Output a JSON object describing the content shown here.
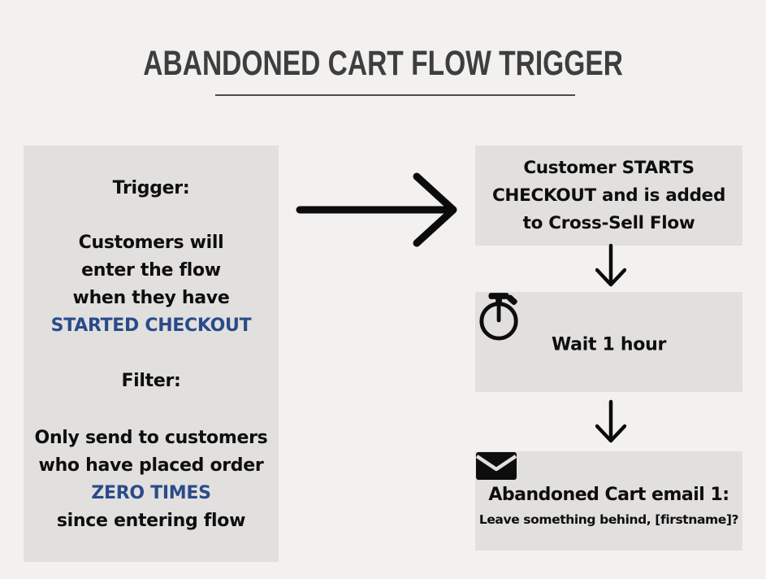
{
  "colors": {
    "background": "#f2f1ef",
    "box_gray": "#e1e0de",
    "accent_blue": "#2a4b8a",
    "title_gray": "#3e3e3e",
    "ink_black": "#0e0e0e"
  },
  "header": {
    "title": "ABANDONED CART FLOW TRIGGER"
  },
  "trigger_box": {
    "heading1": "Trigger:",
    "lines1": [
      "Customers will",
      "enter the flow",
      "when they have"
    ],
    "highlight1": "STARTED CHECKOUT",
    "heading2": "Filter:",
    "lines2a": [
      "Only send to customers",
      "who have placed order"
    ],
    "highlight2": "ZERO TIMES",
    "line2b": "since entering flow"
  },
  "flow": {
    "step1": {
      "lines": [
        "Customer STARTS",
        "CHECKOUT and is added",
        "to Cross-Sell Flow"
      ]
    },
    "step2": {
      "icon": "stopwatch-icon",
      "label": "Wait 1 hour"
    },
    "step3": {
      "icon": "envelope-icon",
      "title": "Abandoned Cart email 1:",
      "subtitle": "Leave something behind, [firstname]?"
    }
  }
}
